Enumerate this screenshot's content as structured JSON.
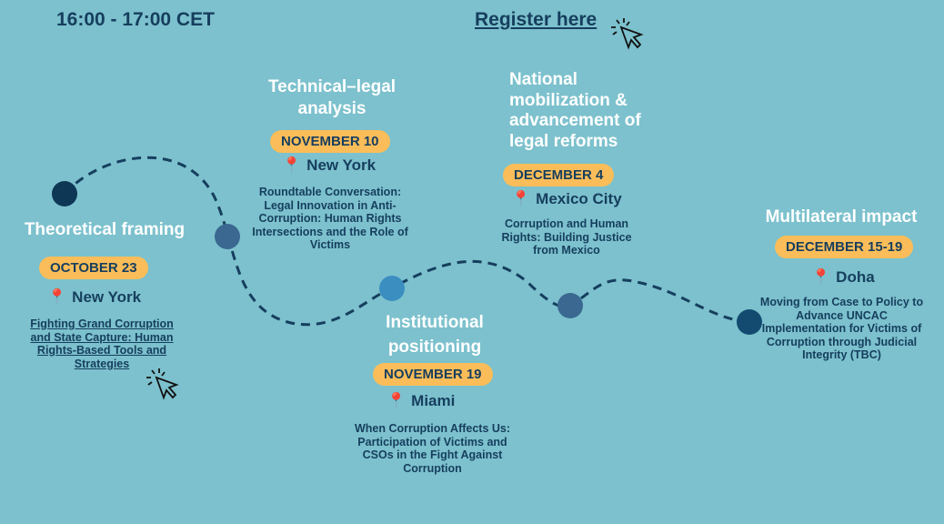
{
  "header": {
    "time": "16:00 - 17:00 CET",
    "register_label": "Register here"
  },
  "events": [
    {
      "stage": "Theoretical framing",
      "date": "OCTOBER 23",
      "location": "New York",
      "title": "Fighting Grand Corruption and State Capture: Human Rights-Based Tools and Strategies"
    },
    {
      "stage": "Technical–legal analysis",
      "date": "NOVEMBER 10",
      "location": "New York",
      "title": "Roundtable Conversation: Legal Innovation in Anti-Corruption: Human Rights Intersections and the Role of Victims"
    },
    {
      "stage": "Institutional positioning",
      "date": "NOVEMBER 19",
      "location": "Miami",
      "title": "When Corruption Affects Us: Participation of Victims and CSOs in the Fight Against Corruption"
    },
    {
      "stage": "National mobilization & advancement of legal reforms",
      "date": "DECEMBER 4",
      "location": "Mexico City",
      "title": "Corruption and Human Rights: Building Justice from Mexico"
    },
    {
      "stage": "Multilateral impact",
      "date": "DECEMBER 15-19",
      "location": "Doha",
      "title": "Moving from Case to Policy to Advance UNCAC Implementation for Victims of Corruption through Judicial Integrity (TBC)"
    }
  ],
  "colors": {
    "background": "#7cc1cd",
    "text": "#163e5e",
    "pill": "#fbbd59"
  }
}
